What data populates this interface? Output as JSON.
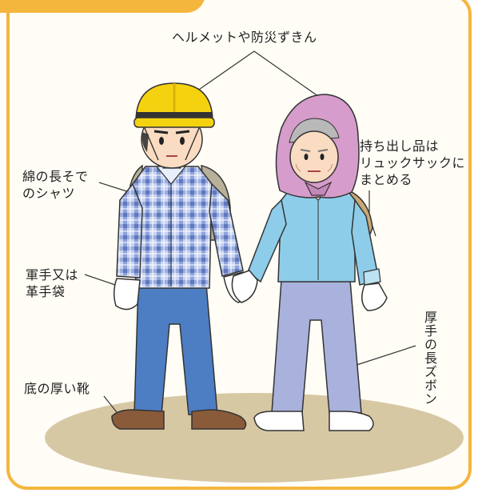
{
  "header": {
    "title": "避難時の服装"
  },
  "labels": {
    "helmet": "ヘルメットや防災ずきん",
    "shirt": "綿の長そで\nのシャツ",
    "backpack": "持ち出し品は\nリュックサックに\nまとめる",
    "gloves": "軍手又は\n革手袋",
    "pants": "厚手の長ズボン",
    "shoes": "底の厚い靴"
  },
  "colors": {
    "frame": "#f4b63d",
    "helmet": "#f5d20f",
    "hood": "#d69ccb",
    "shirt_plaid": "#7d93cf",
    "jacket": "#8ecdea",
    "jeans": "#4d7ec3",
    "slacks": "#a9b2dc",
    "ground": "#d7c8a4"
  }
}
